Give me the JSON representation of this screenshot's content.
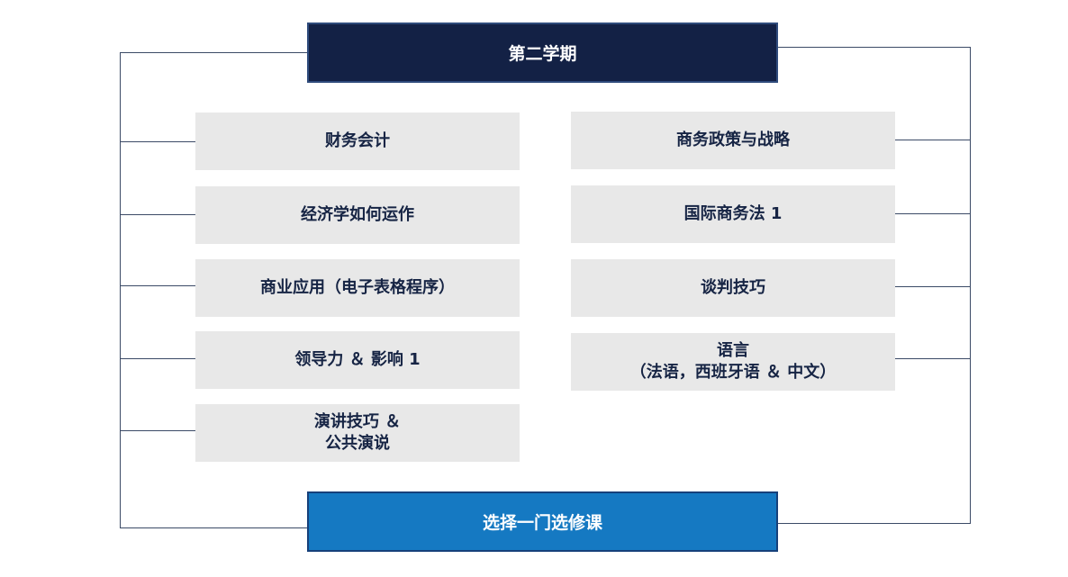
{
  "header": {
    "title": "第二学期"
  },
  "left_courses": [
    {
      "line1": "财务会计",
      "line2": ""
    },
    {
      "line1": "经济学如何运作",
      "line2": ""
    },
    {
      "line1": "商业应用（电子表格程序）",
      "line2": ""
    },
    {
      "line1": "领导力 ＆ 影响 1",
      "line2": ""
    },
    {
      "line1": "演讲技巧 ＆",
      "line2": "公共演说"
    }
  ],
  "right_courses": [
    {
      "line1": "商务政策与战略",
      "line2": ""
    },
    {
      "line1": "国际商务法 1",
      "line2": ""
    },
    {
      "line1": "谈判技巧",
      "line2": ""
    },
    {
      "line1": "语言",
      "line2": "（法语，西班牙语 ＆ 中文）"
    }
  ],
  "footer": {
    "title": "选择一门选修课"
  },
  "colors": {
    "header_bg": "#132145",
    "footer_bg": "#1579c2",
    "course_bg": "#e8e8e8",
    "course_text": "#162444",
    "connector": "#3b4a66"
  }
}
